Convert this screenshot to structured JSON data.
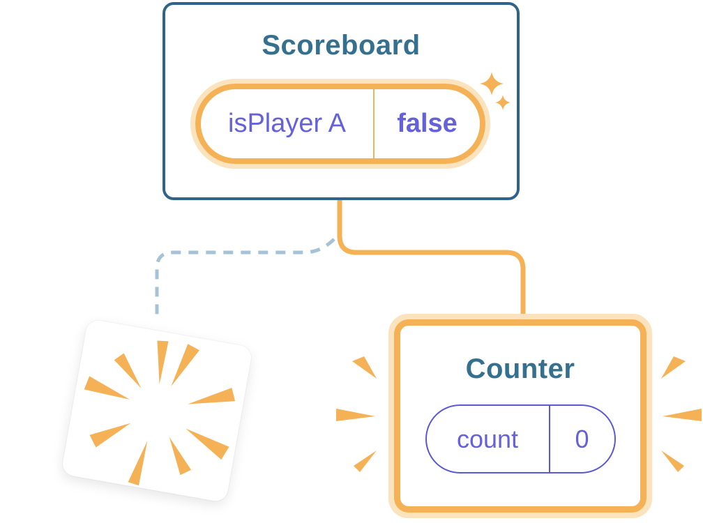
{
  "colors": {
    "background": "#ffffff",
    "orange": "#f5b155",
    "orange_halo": "#fbe3bd",
    "teal_border": "#2e648c",
    "teal_text": "#35708f",
    "purple_text": "#6461db",
    "purple_border": "#5a58d4",
    "dash_blue": "#a5c2d6"
  },
  "scoreboard": {
    "title": "Scoreboard",
    "state": {
      "name": "isPlayer A",
      "value": "false"
    }
  },
  "counter": {
    "title": "Counter",
    "state": {
      "name": "count",
      "value": "0"
    }
  },
  "icons": {
    "sparkles": "sparkles-icon",
    "burst": "burst-rays-icon",
    "flash_left": "flash-rays-left-icon",
    "flash_right": "flash-rays-right-icon"
  }
}
